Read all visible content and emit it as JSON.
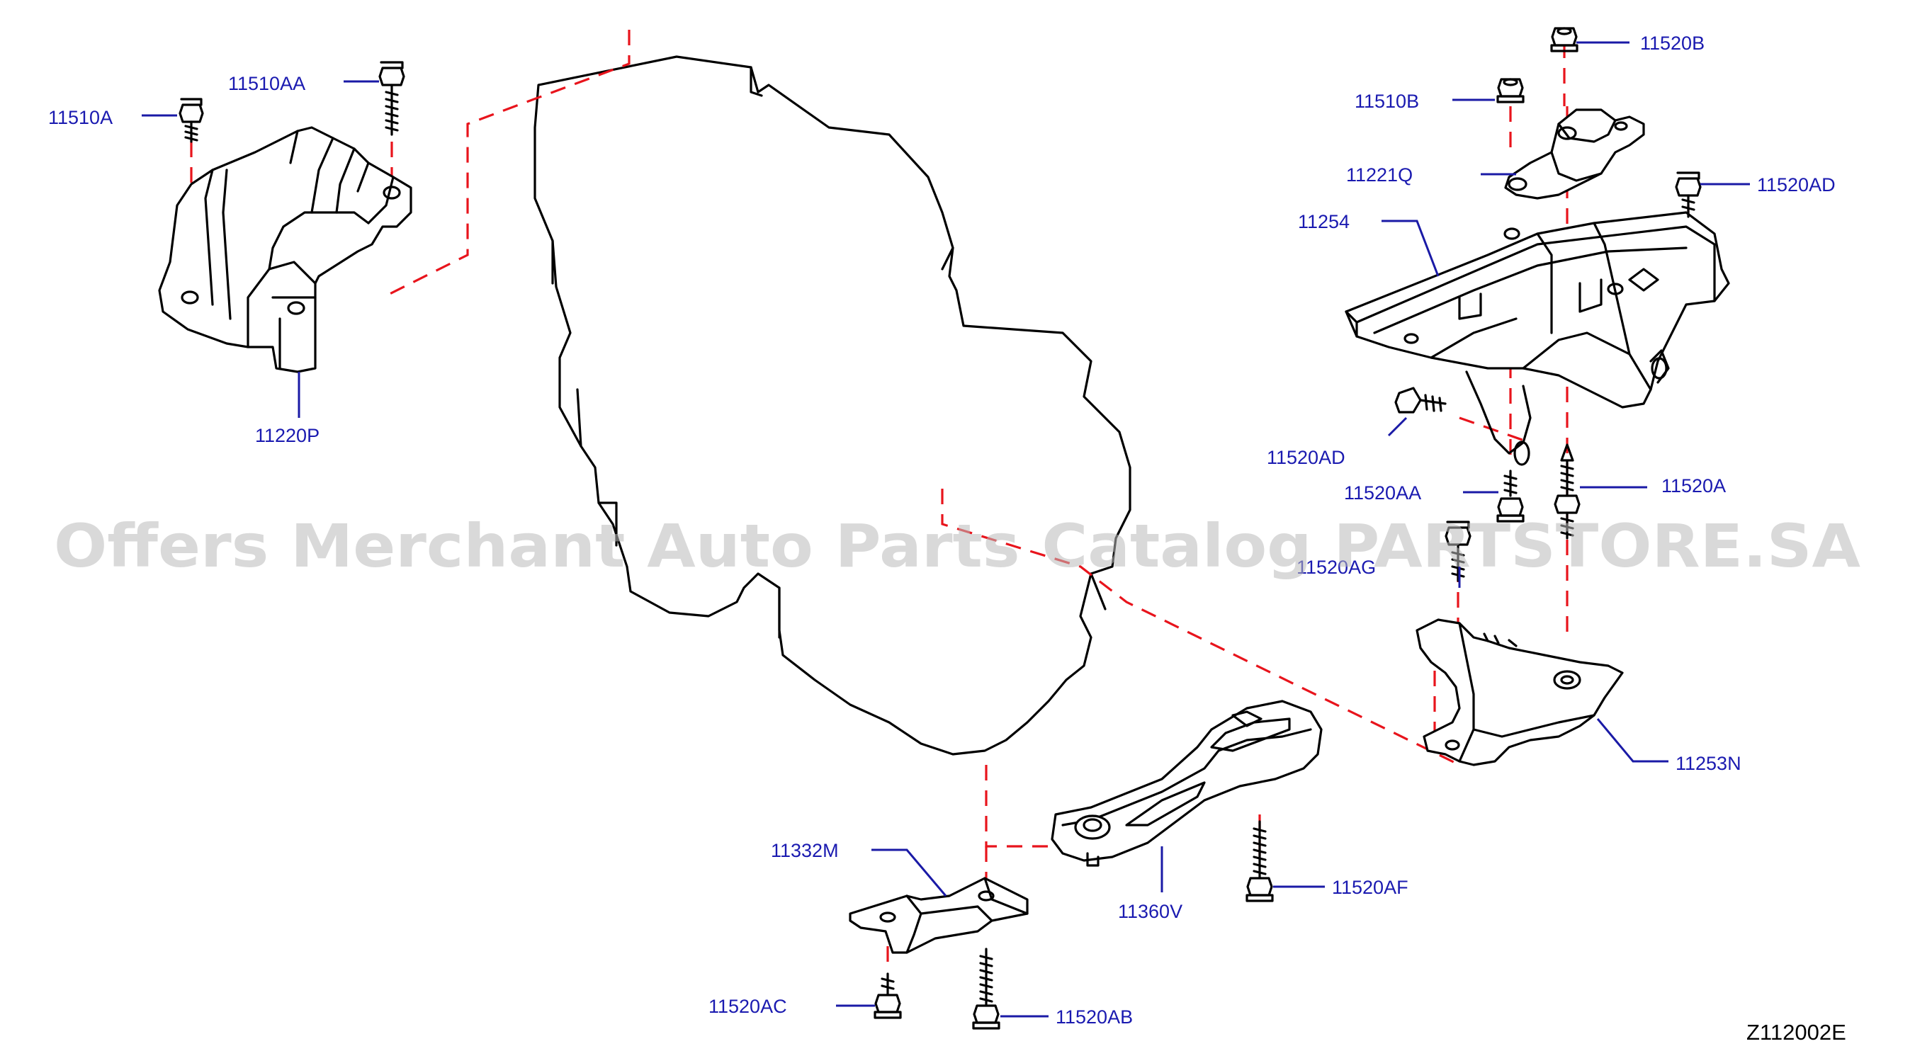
{
  "diagram_code": "Z112002E",
  "watermark": "Offers Merchant Auto Parts Catalog PARTSTORE.SA",
  "colors": {
    "label": "#1a1ab0",
    "leader": "#1a1aa6",
    "assembly_line": "#e8141c",
    "linework": "#000000",
    "watermark": "#b9b9b9"
  },
  "labels": [
    {
      "id": "11510A",
      "text": "11510A"
    },
    {
      "id": "11510AA",
      "text": "11510AA"
    },
    {
      "id": "11220P",
      "text": "11220P"
    },
    {
      "id": "11520B",
      "text": "11520B"
    },
    {
      "id": "11510B",
      "text": "11510B"
    },
    {
      "id": "11221Q",
      "text": "11221Q"
    },
    {
      "id": "11520AD_top",
      "text": "11520AD"
    },
    {
      "id": "11254",
      "text": "11254"
    },
    {
      "id": "11520AD_mid",
      "text": "11520AD"
    },
    {
      "id": "11520AA",
      "text": "11520AA"
    },
    {
      "id": "11520A",
      "text": "11520A"
    },
    {
      "id": "11520AG",
      "text": "11520AG"
    },
    {
      "id": "11253N",
      "text": "11253N"
    },
    {
      "id": "11332M",
      "text": "11332M"
    },
    {
      "id": "11360V",
      "text": "11360V"
    },
    {
      "id": "11520AF",
      "text": "11520AF"
    },
    {
      "id": "11520AC",
      "text": "11520AC"
    },
    {
      "id": "11520AB",
      "text": "11520AB"
    }
  ]
}
